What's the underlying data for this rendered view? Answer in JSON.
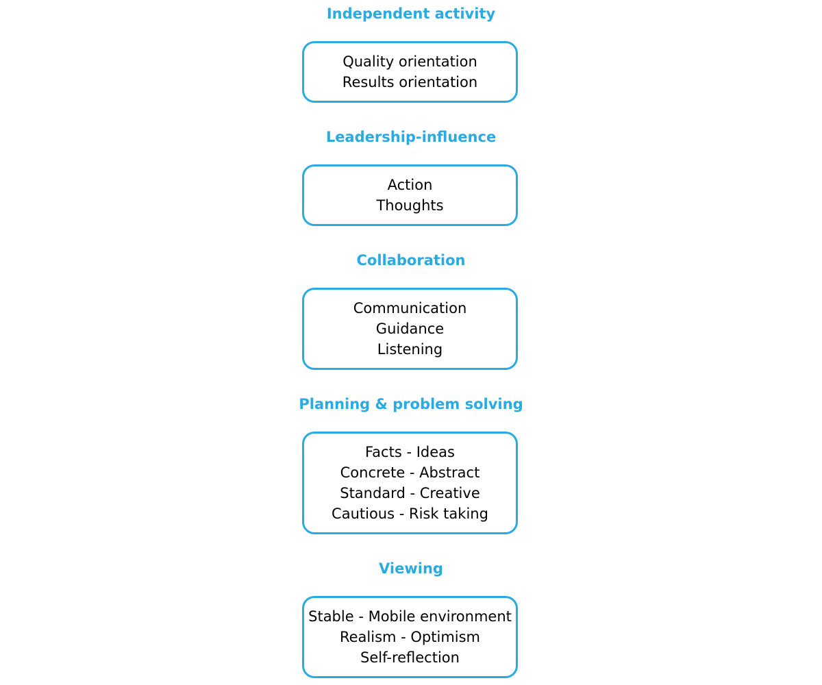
{
  "colors": {
    "accent": "#29abe2",
    "text": "#000000",
    "background": "#ffffff"
  },
  "sections": [
    {
      "heading": "Independent activity",
      "items": [
        "Quality orientation",
        "Results orientation"
      ]
    },
    {
      "heading": "Leadership-influence",
      "items": [
        "Action",
        "Thoughts"
      ]
    },
    {
      "heading": "Collaboration",
      "items": [
        "Communication",
        "Guidance",
        "Listening"
      ]
    },
    {
      "heading": "Planning & problem solving",
      "items": [
        "Facts - Ideas",
        "Concrete - Abstract",
        "Standard - Creative",
        "Cautious - Risk taking"
      ]
    },
    {
      "heading": "Viewing",
      "items": [
        "Stable - Mobile environment",
        "Realism - Optimism",
        "Self-reflection"
      ]
    }
  ]
}
